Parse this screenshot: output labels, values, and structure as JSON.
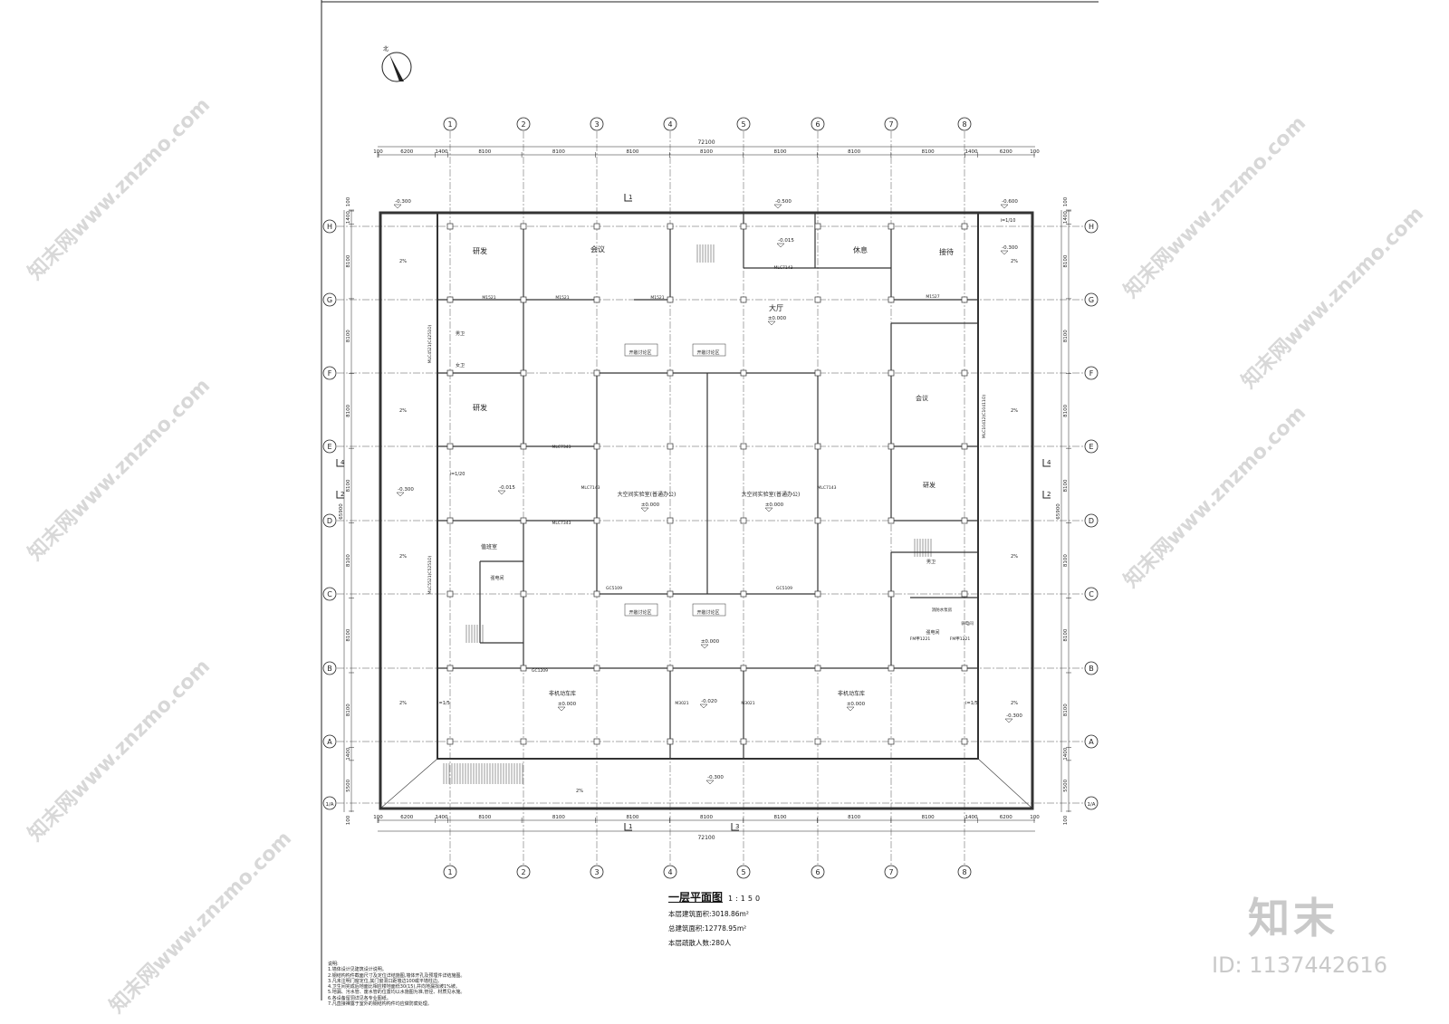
{
  "drawing": {
    "title": "一层平面图",
    "scale": "1:150",
    "north_label": "北",
    "area_lines": [
      {
        "label": "本层建筑面积:",
        "value": "3018.86m²"
      },
      {
        "label": "总建筑面积:",
        "value": "12778.95m²"
      },
      {
        "label": "本层疏散人数:",
        "value": "280人"
      }
    ]
  },
  "grid": {
    "columns": [
      "1",
      "2",
      "3",
      "4",
      "5",
      "6",
      "7",
      "8"
    ],
    "rows": [
      "H",
      "G",
      "F",
      "E",
      "D",
      "C",
      "B",
      "A",
      "1/A"
    ]
  },
  "dimensions": {
    "overall_width": "72100",
    "overall_depth": "65900",
    "horizontal_segments": [
      "100",
      "6200",
      "1400",
      "8100",
      "8100",
      "8100",
      "8100",
      "8100",
      "8100",
      "8100",
      "1400",
      "6200",
      "100"
    ],
    "vertical_segments": [
      "100",
      "1400",
      "8100",
      "8100",
      "8100",
      "8100",
      "8100",
      "8100",
      "8100",
      "1400",
      "5500",
      "100"
    ]
  },
  "rooms": [
    "研发",
    "会议",
    "休息",
    "接待",
    "大厅",
    "研发",
    "会议",
    "研发",
    "值班室",
    "强电间",
    "大空间实验室(普通办公)",
    "大空间实验室(普通办公)",
    "非机动车库",
    "非机动车库",
    "开敞讨论区",
    "开敞讨论区",
    "开敞讨论区",
    "开敞讨论区",
    "男卫",
    "女卫",
    "男卫",
    "强电间",
    "弱电间",
    "消防水泵房"
  ],
  "elevations": [
    "-0.300",
    "-0.300",
    "-0.300",
    "-0.300",
    "-0.300",
    "-0.600",
    "-0.500",
    "-0.015",
    "-0.015",
    "±0.000",
    "±0.000",
    "±0.000",
    "±0.000",
    "±0.000",
    "±0.000",
    "-0.020"
  ],
  "door_window_tags": [
    "M1521",
    "M1521",
    "M1521",
    "M1527",
    "MLC7143",
    "MLC7343",
    "MLC7343",
    "MLC7143",
    "MLC7143",
    "GC5109",
    "GC5109",
    "GC1209",
    "FM甲1221",
    "FM甲1221",
    "M3021",
    "M3021",
    "MLC4521(C4251O)",
    "MLC5521(C5251O)",
    "MLC10412(C10411O)"
  ],
  "slopes": [
    "2%",
    "2%",
    "2%",
    "2%",
    "2%",
    "2%",
    "2%",
    "2%",
    "2%",
    "i=1/10",
    "i=1/20",
    "i=1/5",
    "i=1/5"
  ],
  "section_marks": [
    "1",
    "1",
    "2",
    "2",
    "3",
    "4",
    "4"
  ],
  "notes": {
    "heading": "说明:",
    "items": [
      "1.墙体设计见建筑设计说明。",
      "2.钢结构构件截面尺寸及定位详结施图,墙体开孔及预埋件详结施图。",
      "3.凡未注明门窗定位,其门窗洞口距墙边100或平墙柱边。",
      "4.卫生间完成后地面比相应楼地面低30(15),并向地漏找坡1%坡。",
      "5.地漏、污水管、废水管的位置均以水施图为准,管径、材质见水施。",
      "6.各设备留洞详见各专业图纸。",
      "7.凡直接裸露于室外的钢结构构件均应做防腐处理。"
    ]
  },
  "watermark": {
    "logo": "知末",
    "id": "ID: 1137442616",
    "tile": "知末网www.znzmo.com"
  },
  "colors": {
    "line": "#222222",
    "wall": "#333333",
    "watermark": "#c9c9c9"
  }
}
